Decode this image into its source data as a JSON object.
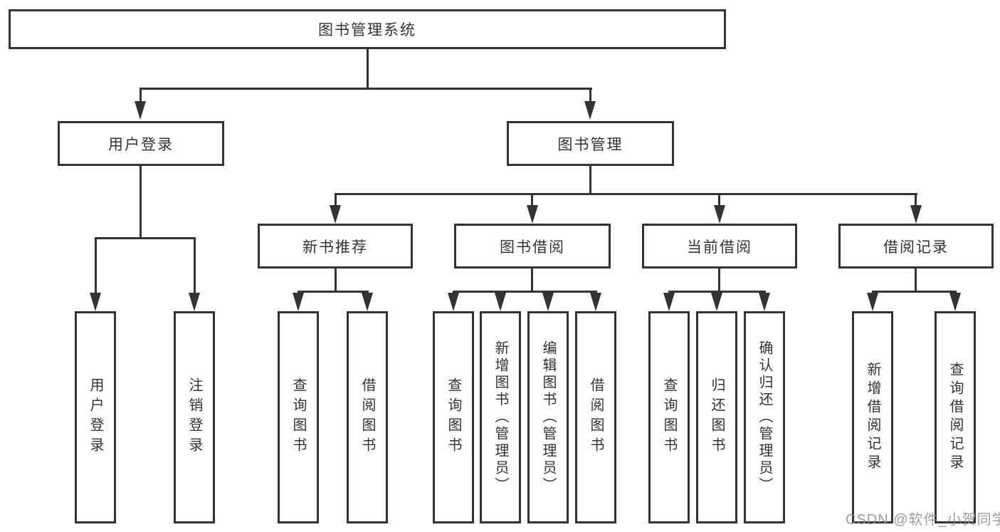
{
  "diagram": {
    "type": "hierarchy-tree",
    "line_color": "#333333",
    "box_fill": "#ffffff",
    "watermark": "CSDN @软件_小贺同学",
    "nodes": {
      "root": "图书管理系统",
      "user_login": "用户登录",
      "book_mgmt": "图书管理",
      "new_book_rec": "新书推荐",
      "book_borrow": "图书借阅",
      "current_borrow": "当前借阅",
      "borrow_records": "借阅记录",
      "leaf_user_login": "用户登录",
      "leaf_logout": "注销登录",
      "leaf_rec_query": "查询图书",
      "leaf_rec_borrow": "借阅图书",
      "leaf_bb_query": "查询图书",
      "leaf_bb_add": "新增图书（管理员）",
      "leaf_bb_edit": "编辑图书（管理员）",
      "leaf_bb_borrow": "借阅图书",
      "leaf_cb_query": "查询图书",
      "leaf_cb_return": "归还图书",
      "leaf_cb_confirm": "确认归还（管理员）",
      "leaf_br_add": "新增借阅记录",
      "leaf_br_query": "查询借阅记录"
    },
    "hierarchy": {
      "图书管理系统": {
        "用户登录": [
          "用户登录",
          "注销登录"
        ],
        "图书管理": {
          "新书推荐": [
            "查询图书",
            "借阅图书"
          ],
          "图书借阅": [
            "查询图书",
            "新增图书（管理员）",
            "编辑图书（管理员）",
            "借阅图书"
          ],
          "当前借阅": [
            "查询图书",
            "归还图书",
            "确认归还（管理员）"
          ],
          "借阅记录": [
            "新增借阅记录",
            "查询借阅记录"
          ]
        }
      }
    }
  }
}
